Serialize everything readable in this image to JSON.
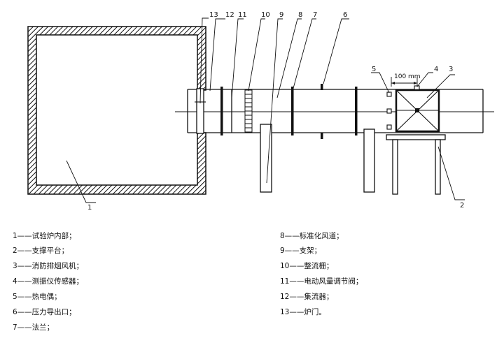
{
  "callouts": [
    "1",
    "2",
    "3",
    "4",
    "5",
    "6",
    "7",
    "8",
    "9",
    "10",
    "11",
    "12",
    "13"
  ],
  "dimension_label": "100 mm",
  "legend": [
    {
      "id": "1",
      "text": "1——试验炉内部；"
    },
    {
      "id": "2",
      "text": "2——支撑平台；"
    },
    {
      "id": "3",
      "text": "3——消防排烟风机；"
    },
    {
      "id": "4",
      "text": "4——测振仪传感器；"
    },
    {
      "id": "5",
      "text": "5——热电偶；"
    },
    {
      "id": "6",
      "text": "6——压力导出口；"
    },
    {
      "id": "7",
      "text": "7——法兰；"
    },
    {
      "id": "8",
      "text": "8——标准化风道；"
    },
    {
      "id": "9",
      "text": "9——支架；"
    },
    {
      "id": "10",
      "text": "10——整流栅；"
    },
    {
      "id": "11",
      "text": "11——电动风量调节阀；"
    },
    {
      "id": "12",
      "text": "12——集流器；"
    },
    {
      "id": "13",
      "text": "13——炉门。"
    }
  ]
}
